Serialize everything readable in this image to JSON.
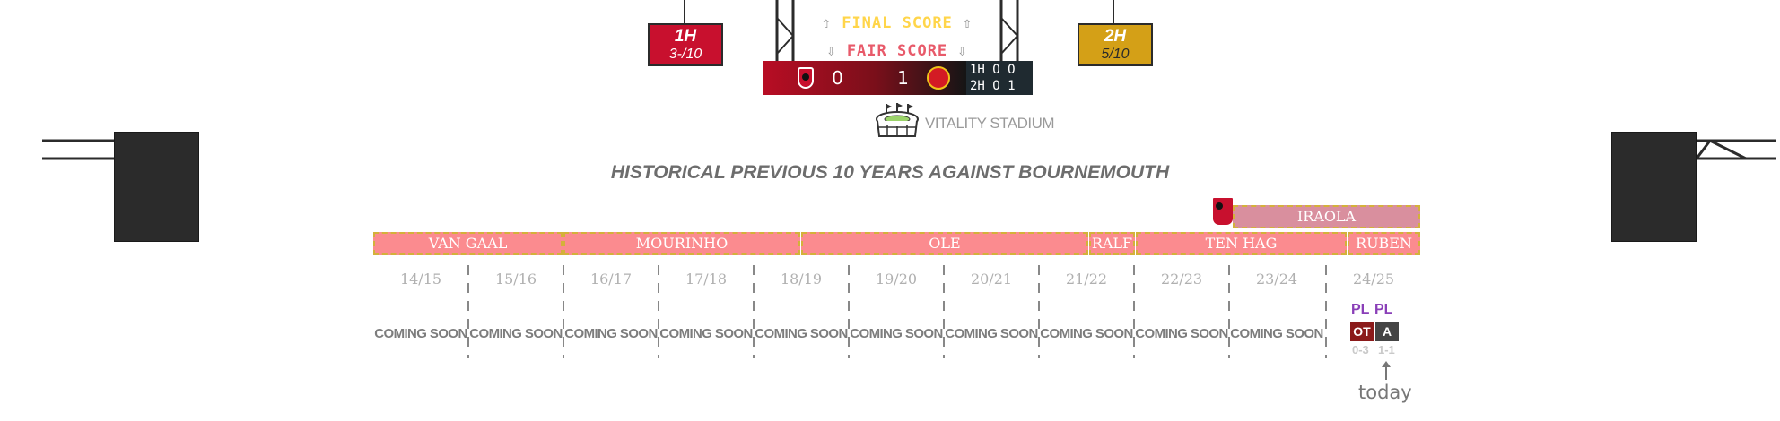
{
  "halves": {
    "first": {
      "label": "1H",
      "rating": "3-/10"
    },
    "second": {
      "label": "2H",
      "rating": "5/10"
    }
  },
  "score_labels": {
    "final": "FINAL SCORE",
    "fair": "FAIR SCORE",
    "arrow_up": "⇧",
    "arrow_down": "⇩"
  },
  "scoreboard": {
    "home_goals": "0",
    "away_goals": "1",
    "home_team": "Bournemouth",
    "away_team": "Manchester United",
    "half1": "1H O O",
    "half2": "2H O 1"
  },
  "stadium": "VITALITY STADIUM",
  "heading": "HISTORICAL PREVIOUS 10 YEARS AGAINST BOURNEMOUTH",
  "opponent_manager": "IRAOLA",
  "managers": [
    "VAN GAAL",
    "MOURINHO",
    "OLE",
    "RALF",
    "TEN HAG",
    "RUBEN"
  ],
  "seasons": [
    "14/15",
    "15/16",
    "16/17",
    "17/18",
    "18/19",
    "19/20",
    "20/21",
    "21/22",
    "22/23",
    "23/24",
    "24/25"
  ],
  "coming_soon": "COMING SOON",
  "current_season": {
    "competitions": [
      "PL",
      "PL"
    ],
    "results": [
      "OT",
      "A"
    ],
    "scores": [
      "0-3",
      "1-1"
    ]
  },
  "today_label": "today",
  "colors": {
    "manager_bar": "#fb8b8f",
    "opponent_bar": "#d98f9e",
    "bournemouth_red": "#c8102e",
    "second_half_gold": "#d4a017"
  }
}
